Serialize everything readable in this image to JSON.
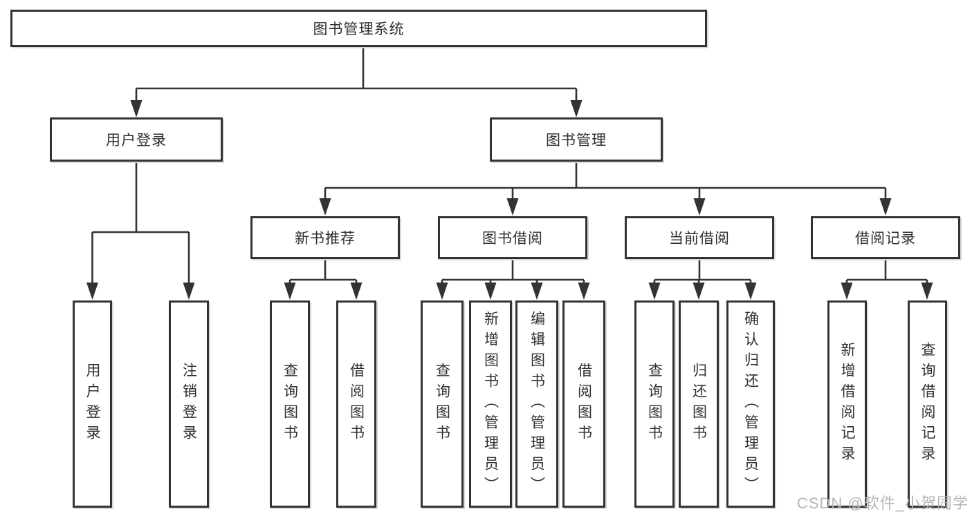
{
  "colors": {
    "line": "#333333",
    "text": "#2f2f2f",
    "box_background": "#ffffff",
    "watermark": "#b5b5b5"
  },
  "diagram": {
    "title": "图书管理系统",
    "root": {
      "label": "图书管理系统"
    },
    "branches": {
      "user": {
        "label": "用户登录",
        "children": [
          "用户登录",
          "注销登录"
        ]
      },
      "management": {
        "label": "图书管理",
        "sections": [
          {
            "label": "新书推荐",
            "children": [
              "查询图书",
              "借阅图书"
            ]
          },
          {
            "label": "图书借阅",
            "children": [
              "查询图书",
              "新增图书（管理员）",
              "编辑图书（管理员）",
              "借阅图书"
            ]
          },
          {
            "label": "当前借阅",
            "children": [
              "查询图书",
              "归还图书",
              "确认归还（管理员）"
            ]
          },
          {
            "label": "借阅记录",
            "children": [
              "新增借阅记录",
              "查询借阅记录"
            ]
          }
        ]
      }
    }
  },
  "watermark": {
    "text": "CSDN @软件_小贺同学"
  }
}
